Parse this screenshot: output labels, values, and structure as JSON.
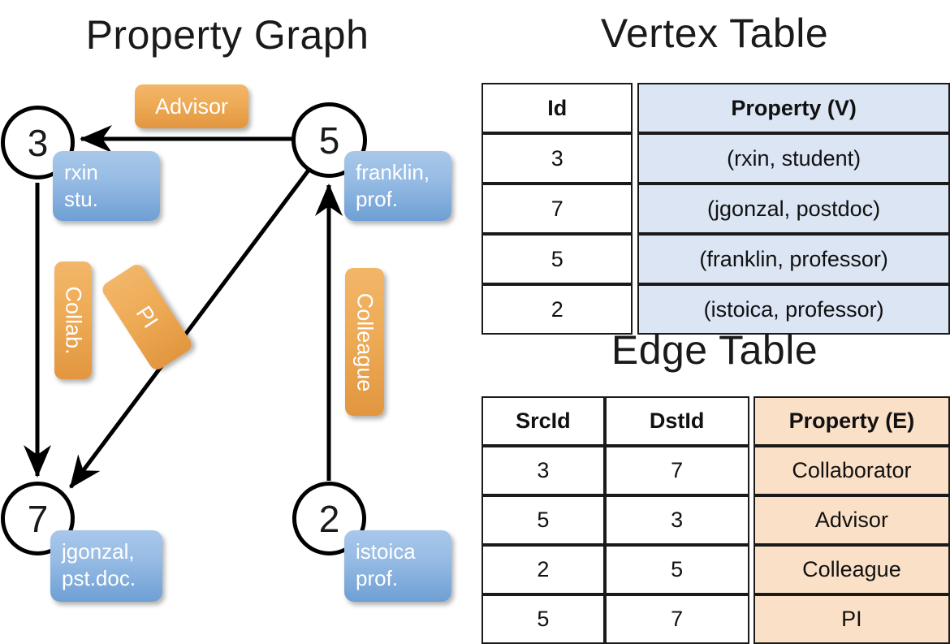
{
  "titles": {
    "property_graph": "Property Graph",
    "vertex_table": "Vertex Table",
    "edge_table": "Edge Table"
  },
  "graph": {
    "nodes": [
      {
        "id": "3",
        "property": "rxin\nstu."
      },
      {
        "id": "5",
        "property": "franklin,\nprof."
      },
      {
        "id": "7",
        "property": "jgonzal,\npst.doc."
      },
      {
        "id": "2",
        "property": "istoica\nprof."
      }
    ],
    "node_labels": {
      "n3_line1": "rxin",
      "n3_line2": "stu.",
      "n5_line1": "franklin,",
      "n5_line2": "prof.",
      "n7_line1": "jgonzal,",
      "n7_line2": "pst.doc.",
      "n2_line1": "istoica",
      "n2_line2": "prof."
    },
    "edge_labels": {
      "advisor": "Advisor",
      "collab": "Collab.",
      "pi": "PI",
      "colleague": "Colleague"
    },
    "edges": [
      {
        "src": "5",
        "dst": "3",
        "label": "Advisor"
      },
      {
        "src": "3",
        "dst": "7",
        "label": "Collab."
      },
      {
        "src": "5",
        "dst": "7",
        "label": "PI"
      },
      {
        "src": "2",
        "dst": "5",
        "label": "Colleague"
      }
    ]
  },
  "vertex_table": {
    "headers": [
      "Id",
      "Property (V)"
    ],
    "rows": [
      {
        "id": "3",
        "property": "(rxin, student)"
      },
      {
        "id": "7",
        "property": "(jgonzal, postdoc)"
      },
      {
        "id": "5",
        "property": "(franklin, professor)"
      },
      {
        "id": "2",
        "property": "(istoica, professor)"
      }
    ]
  },
  "edge_table": {
    "headers": [
      "SrcId",
      "DstId",
      "Property (E)"
    ],
    "rows": [
      {
        "src": "3",
        "dst": "7",
        "property": "Collaborator"
      },
      {
        "src": "5",
        "dst": "3",
        "property": "Advisor"
      },
      {
        "src": "2",
        "dst": "5",
        "property": "Colleague"
      },
      {
        "src": "5",
        "dst": "7",
        "property": "PI"
      }
    ]
  },
  "colors": {
    "vertex_header_fill": "#dbe5f3",
    "vertex_cell_fill": "#dbe5f3",
    "edge_header_fill": "#fae0c6",
    "edge_cell_fill": "#fae0c6",
    "node_box_blue": "#7aa6d8",
    "edge_label_orange": "#eeab56",
    "stroke": "#000000",
    "background": "#ffffff"
  }
}
